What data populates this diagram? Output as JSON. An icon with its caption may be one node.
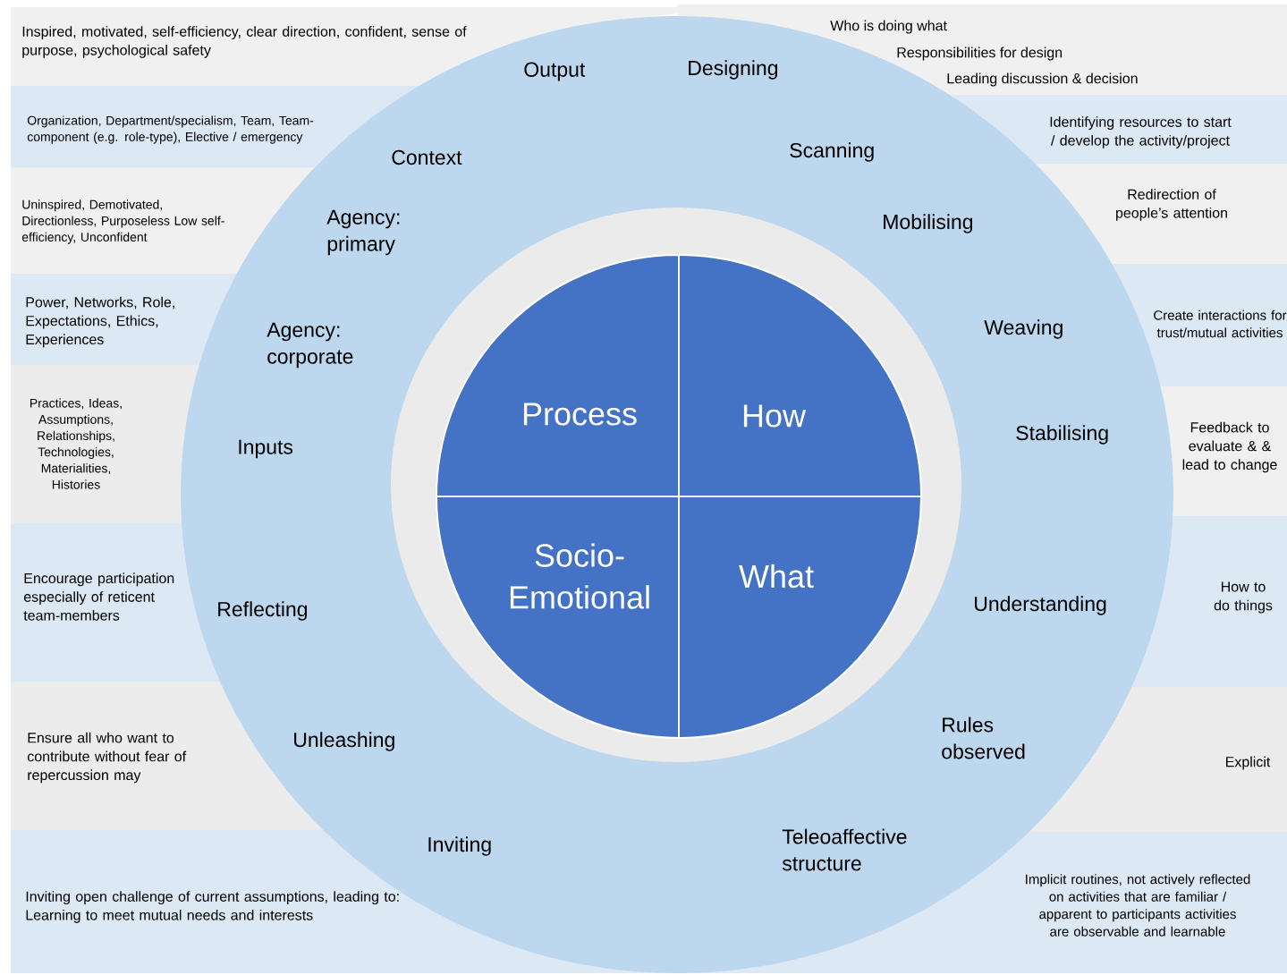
{
  "diagram": {
    "nodes": [
      {
        "text": [
          "Inspired, motivated, self-efficiency, clear direction, confident, sense of purpose, psychological safety"
        ]
      },
      {
        "text": [
          "Organization, Department/specialism, Team, Team- component (e.g. role-type), Elective / emergency"
        ]
      },
      {
        "text": [
          "Uninspired, Demotivated, Directionless, Purposeless Low self-efficiency, Unconfident"
        ]
      },
      {
        "text": [
          "Power, Networks, Role, Expectations, Ethics, Experiences"
        ]
      },
      {
        "text": [
          "Practices, Ideas, Assumptions, Relationships, Technologies, Materialities, Histories"
        ]
      },
      {
        "text": [
          "Encourage participation especially of reticent team-members"
        ]
      },
      {
        "text": [
          "Ensure all who want to contribute without fear of repercussion may"
        ]
      },
      {
        "text": [
          "Inviting open challenge of current assumptions, leading to: Learning to meet mutual needs and interests"
        ]
      },
      {
        "text": [
          "Who is doing what",
          "Responsibilities for design",
          "Leading discussion & decision"
        ]
      },
      {
        "text": [
          "Identifying resources to start / develop the activity/project"
        ]
      },
      {
        "text": [
          "Redirection of people’s attention"
        ]
      },
      {
        "text": [
          "Create interactions for trust/mutual activities"
        ]
      },
      {
        "text": [
          "Feedback to evaluate & & lead to change"
        ]
      },
      {
        "text": [
          "How to do things"
        ]
      },
      {
        "text": [
          "Explicit"
        ]
      },
      {
        "text": [
          "Implicit routines, not actively reflected on activities that are familiar / apparent to participants activities are observable and learnable"
        ]
      },
      {
        "text": [
          "Process"
        ]
      },
      {
        "text": [
          "How"
        ]
      },
      {
        "text": [
          "Socio-Emotional"
        ]
      },
      {
        "text": [
          "What"
        ]
      }
    ],
    "edges": [],
    "labels": [
      "Output",
      "Designing",
      "Context",
      "Scanning",
      "Agency: primary",
      "Mobilising",
      "Agency: corporate",
      "Weaving",
      "Inputs",
      "Stabilising",
      "Reflecting",
      "Understanding",
      "Unleashing",
      "Rules observed",
      "Inviting",
      "Teleoaffective structure"
    ]
  }
}
